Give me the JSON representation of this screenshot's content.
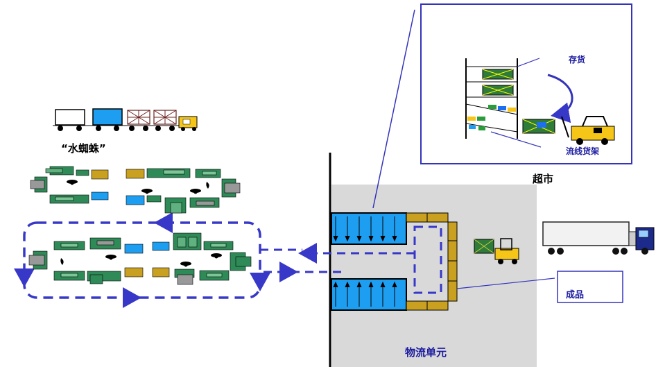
{
  "labels": {
    "water_spider": "“水蜘蛛”",
    "supermarket": "超市",
    "storage": "存货",
    "flow_rack": "流线货架",
    "finished_goods": "成品",
    "logistics_unit": "物流单元"
  },
  "colors": {
    "accent": "#3333bb",
    "arrow_dash": "#3838c8",
    "cell_blue": "#1e9ef0",
    "machine_green": "#2e8b57",
    "machine_gold": "#c9a020",
    "logistics_bg": "#d9d9d9",
    "forklift_yellow": "#f5c518"
  },
  "icons": [
    "train-icon",
    "forklift-icon",
    "truck-icon",
    "rack-icon",
    "operator-icon"
  ]
}
